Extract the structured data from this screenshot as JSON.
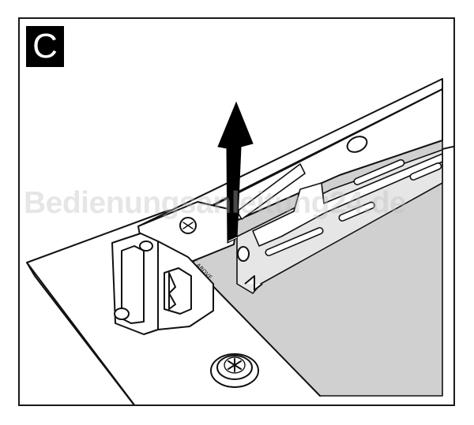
{
  "figure": {
    "step_label": "C",
    "part_marking": "RIGHT ABOVE",
    "watermark": "Bedienungsanleitung24.de",
    "arrow_direction": "up",
    "colors": {
      "line": "#111111",
      "panel_fill": "#d0d0d0",
      "arrow": "#000000",
      "badge": "#000000"
    }
  }
}
